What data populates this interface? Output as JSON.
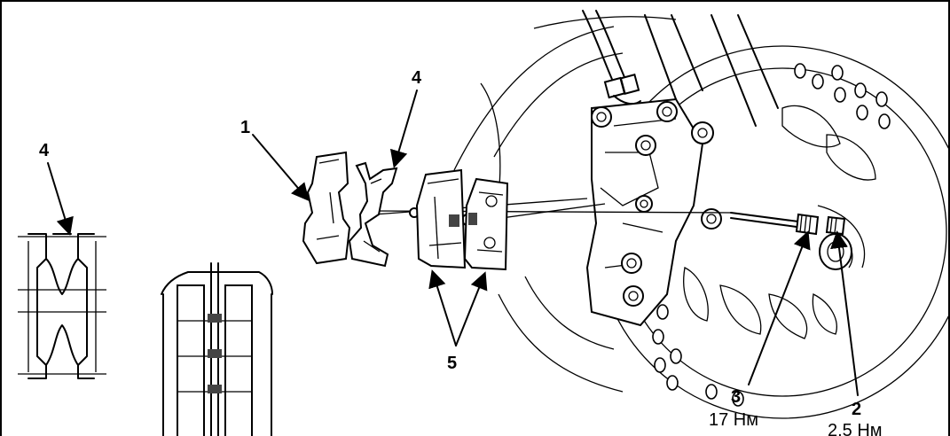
{
  "labels": {
    "pad": "1",
    "pin": "2",
    "bolt": "3",
    "spring_left": "4",
    "spring_top": "4",
    "pads_pair": "5"
  },
  "torque": {
    "bolt": "17 Нм",
    "pin": "2,5 Нм"
  }
}
